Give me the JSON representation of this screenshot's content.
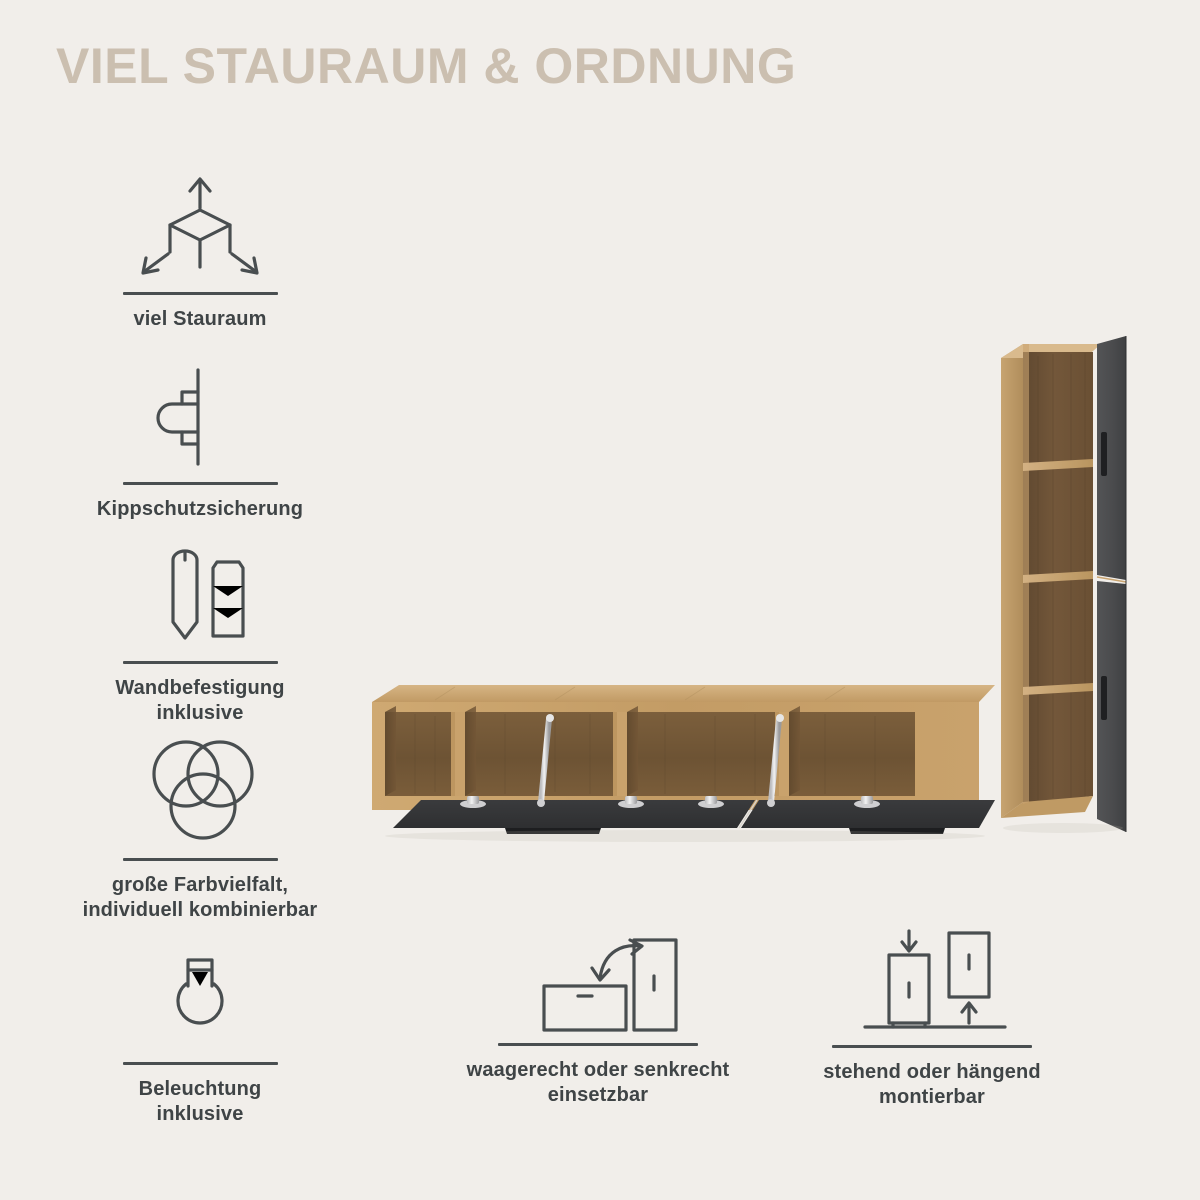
{
  "page": {
    "title": "VIEL STAURAUM & ORDNUNG",
    "background_color": "#f1eeea",
    "title_color": "#cbbfb0",
    "text_color": "#3f4446",
    "line_color": "#494e50"
  },
  "features": [
    {
      "id": "viel-stauraum",
      "icon": "cube-expand-arrows-icon",
      "caption": "viel Stauraum"
    },
    {
      "id": "kippschutzsicherung",
      "icon": "screw-into-wall-icon",
      "caption": "Kippschutzsicherung"
    },
    {
      "id": "wandbefestigung",
      "icon": "screw-and-wall-plug-icon",
      "caption": "Wandbefestigung\ninklusive"
    },
    {
      "id": "farbvielfalt",
      "icon": "three-overlapping-circles-icon",
      "caption": "große Farbvielfalt,\nindividuell kombinierbar"
    },
    {
      "id": "beleuchtung",
      "icon": "light-bulb-rays-icon",
      "caption": "Beleuchtung\ninklusive"
    },
    {
      "id": "waagerecht-senkrecht",
      "icon": "cabinet-rotate-orientation-icon",
      "caption": "waagerecht oder senkrecht\neinsetzbar"
    },
    {
      "id": "stehend-haengend",
      "icon": "cabinet-standing-or-hanging-icon",
      "caption": "stehend oder hängend\nmontierbar"
    }
  ],
  "product_images": [
    {
      "id": "lowboard",
      "name": "wall-mounted-lowboard",
      "description": "Hängendes Lowboard mit offenen Fächern und zwei geöffneten Klappen",
      "carcass_color": "#c9a470",
      "interior_color": "#6b5235",
      "door_color": "#353638",
      "compartments": 4,
      "open_flap_doors": 2
    },
    {
      "id": "tall-cabinet",
      "name": "tall-cabinet",
      "description": "Hoher Schrank mit vier Fächern und zwei geöffneten Türen",
      "carcass_color": "#c9a470",
      "interior_color": "#6b5235",
      "door_color": "#4b4c4e",
      "shelves": 3,
      "doors": 2,
      "handle_color": "#232425"
    }
  ]
}
